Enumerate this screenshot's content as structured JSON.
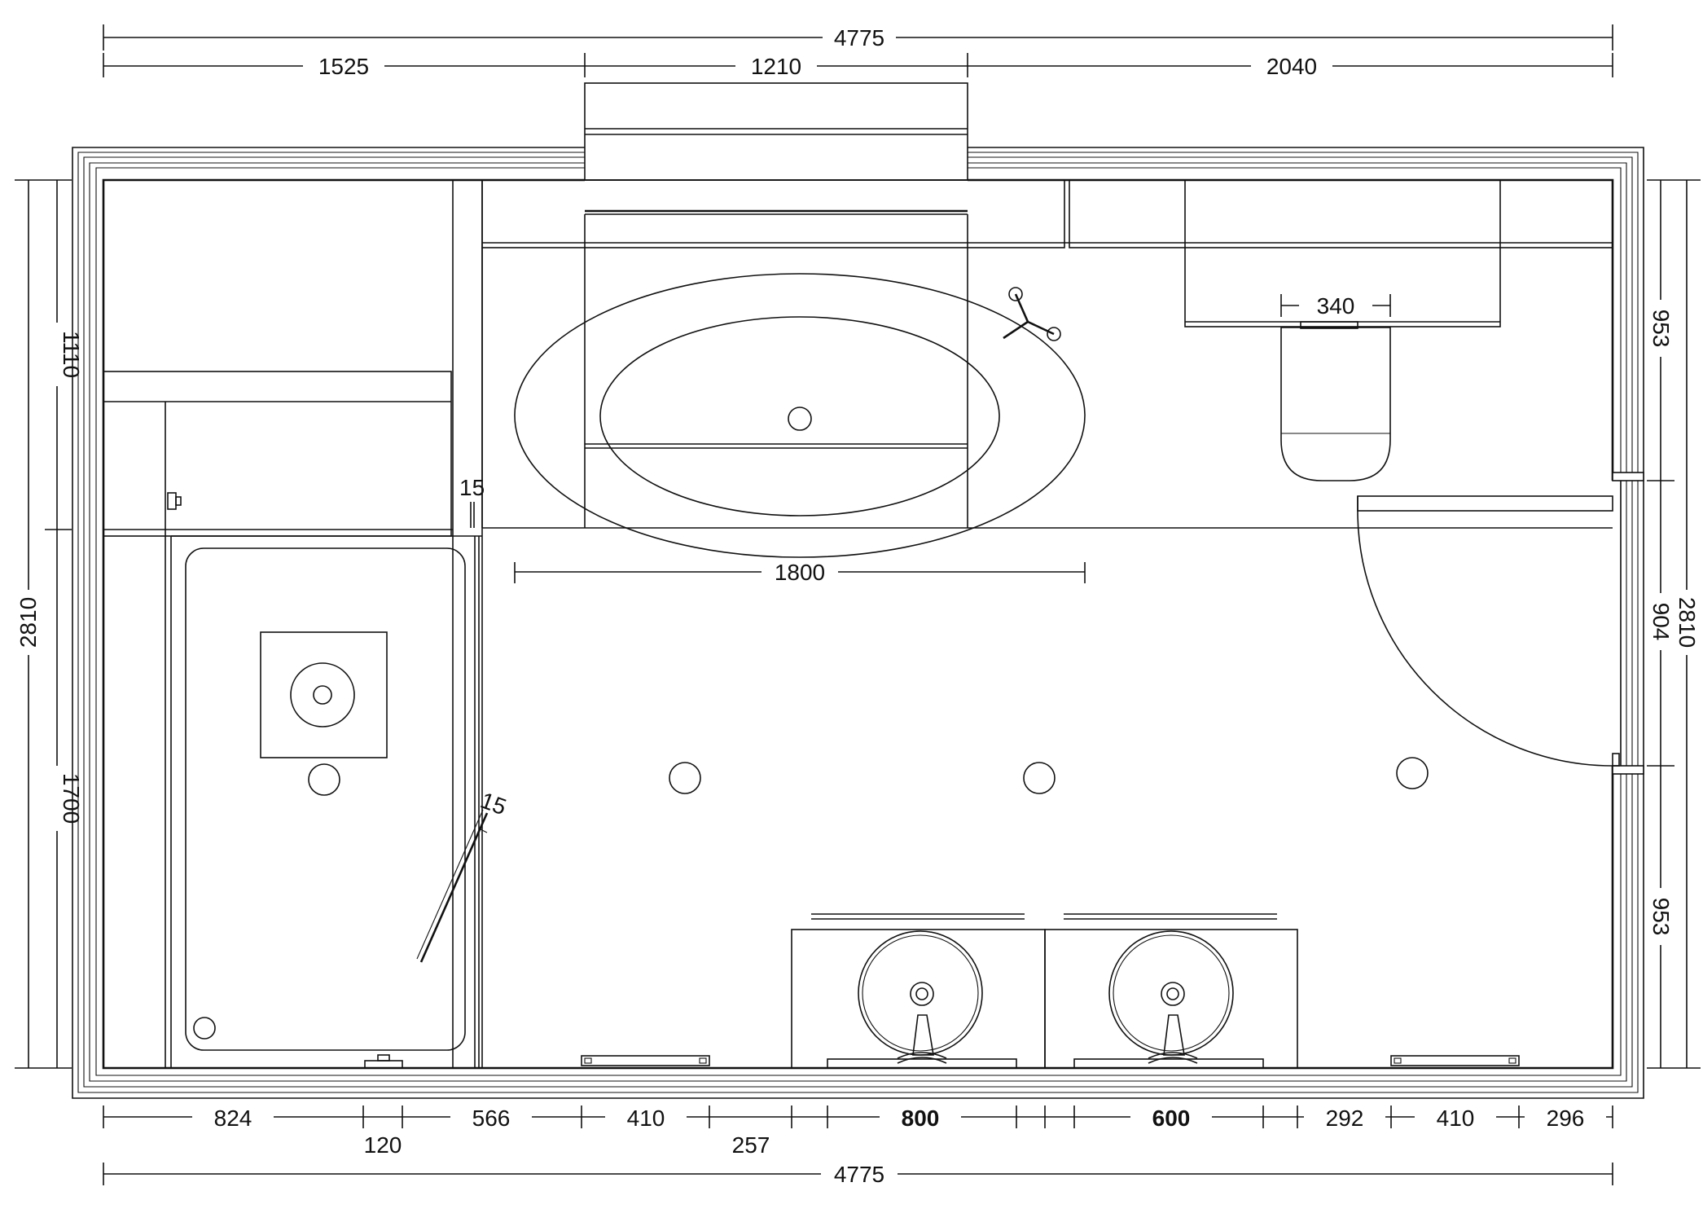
{
  "colors": {
    "line": "#111111",
    "background": "#ffffff"
  },
  "dimensions": {
    "top_total": "4775",
    "top_segments": [
      "1525",
      "1210",
      "2040"
    ],
    "left_upper": "1110",
    "left_total": "2810",
    "left_lower": "1700",
    "right_upper": "953",
    "right_middle": "904",
    "right_total": "2810",
    "right_lower": "953",
    "bottom_row1": [
      "824",
      "566",
      "410",
      "800",
      "600",
      "292",
      "410",
      "296"
    ],
    "bottom_row2": [
      "120",
      "257"
    ],
    "bottom_total": "4775",
    "bathtub_width": "1800",
    "wc_width": "340",
    "gap_vertical": "15",
    "gap_glass": "15"
  }
}
